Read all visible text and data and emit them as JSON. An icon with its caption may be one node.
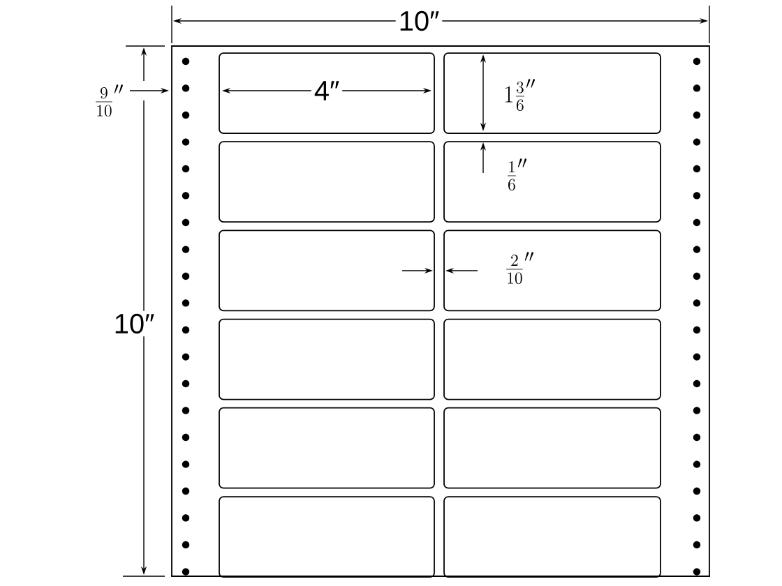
{
  "diagram": {
    "nodes": [
      {
        "text": [],
        "shape": "box"
      },
      {
        "text": [],
        "shape": "box",
        "in": 0
      },
      {
        "text": [],
        "shape": "box",
        "in": 0
      },
      {
        "text": [],
        "shape": "box",
        "in": 0
      },
      {
        "text": [],
        "shape": "box",
        "in": 0
      },
      {
        "text": [],
        "shape": "box",
        "in": 0
      },
      {
        "text": [],
        "shape": "box",
        "in": 0
      },
      {
        "text": [],
        "shape": "box",
        "in": 0
      },
      {
        "text": [],
        "shape": "box",
        "in": 0
      },
      {
        "text": [],
        "shape": "box",
        "in": 0
      },
      {
        "text": [],
        "shape": "box",
        "in": 0
      },
      {
        "text": [],
        "shape": "box",
        "in": 0
      },
      {
        "text": [],
        "shape": "box",
        "in": 0
      }
    ],
    "labels": [
      "10″",
      "\\frac{9}{10}''",
      "4″",
      "1\\frac{3}{6}''",
      "\\frac{1}{6}''",
      "10″",
      "\\frac{2}{10}''"
    ]
  }
}
